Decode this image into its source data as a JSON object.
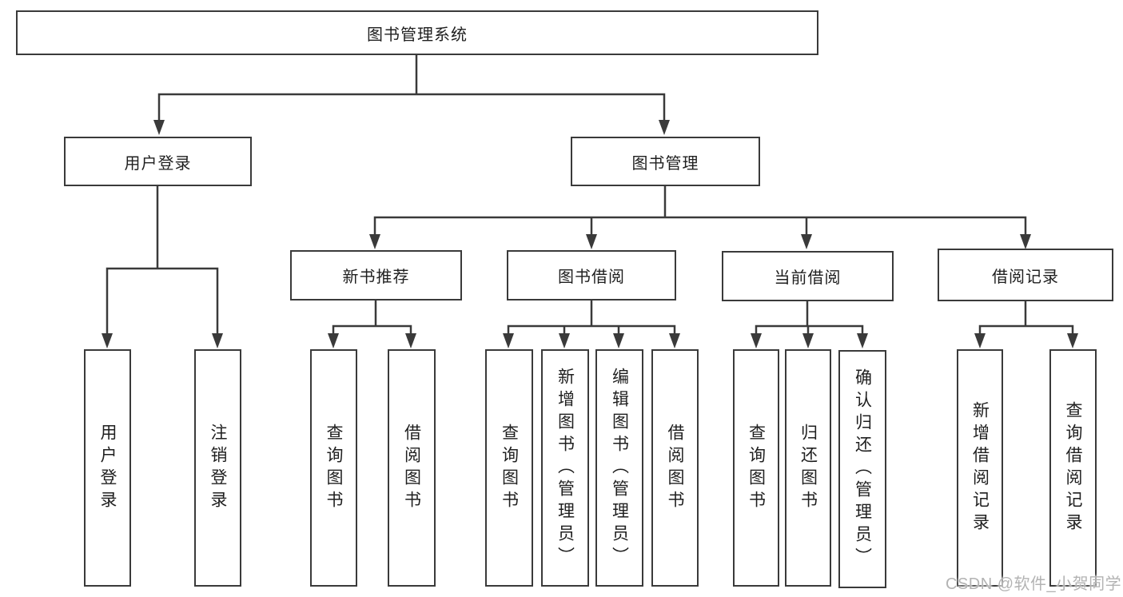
{
  "diagram": {
    "type": "tree",
    "root": {
      "label": "图书管理系统"
    },
    "level2": [
      {
        "label": "用户登录",
        "children": [
          {
            "label": "用户登录"
          },
          {
            "label": "注销登录"
          }
        ]
      },
      {
        "label": "图书管理",
        "children": [
          {
            "label": "新书推荐",
            "children": [
              {
                "label": "查询图书"
              },
              {
                "label": "借阅图书"
              }
            ]
          },
          {
            "label": "图书借阅",
            "children": [
              {
                "label": "查询图书"
              },
              {
                "label": "新增图书（管理员）"
              },
              {
                "label": "编辑图书（管理员）"
              },
              {
                "label": "借阅图书"
              }
            ]
          },
          {
            "label": "当前借阅",
            "children": [
              {
                "label": "查询图书"
              },
              {
                "label": "归还图书"
              },
              {
                "label": "确认归还（管理员）"
              }
            ]
          },
          {
            "label": "借阅记录",
            "children": [
              {
                "label": "新增借阅记录"
              },
              {
                "label": "查询借阅记录"
              }
            ]
          }
        ]
      }
    ]
  },
  "watermark": {
    "text": "CSDN @软件_小贺同学"
  },
  "colors": {
    "line": "#3a3a3a",
    "box_border": "#3a3a3a",
    "text": "#1f1f1f",
    "background": "#ffffff",
    "watermark": "#b3b3b3"
  }
}
